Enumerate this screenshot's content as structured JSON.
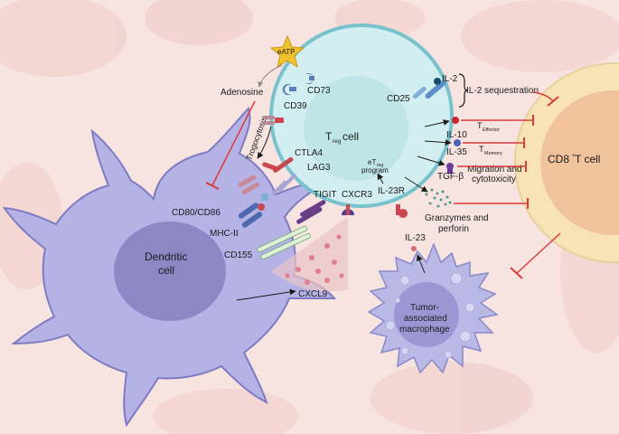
{
  "labels": {
    "eatp": "eATP",
    "adenosine": "Adenosine",
    "cd73": "CD73",
    "cd39": "CD39",
    "trogocytosis": "Trogocytosis",
    "treg_main": "T",
    "treg_sub": "reg",
    "treg_suffix": " cell",
    "il2": "IL-2",
    "cd25": "CD25",
    "il2_sequestration": "IL-2 sequestration",
    "il10": "IL-10",
    "teff_main": "T",
    "teff_sub": "Effector",
    "il35": "IL-35",
    "tmem_main": "T",
    "tmem_sub": "Memory",
    "tgfb": "TGF-β",
    "migration_1": "Migration and",
    "migration_2": "cytotoxicity",
    "etreg_pre": "eT",
    "etreg_sub": "reg",
    "etreg_program": "program",
    "il23r": "IL-23R",
    "granzymes_1": "Granzymes and",
    "granzymes_2": "perforin",
    "cd8_main": "CD8",
    "cd8_sup": "+",
    "cd8_suffix": " T cell",
    "ctla4": "CTLA4",
    "lag3": "LAG3",
    "tigit": "TIGIT",
    "cxcr3": "CXCR3",
    "cd80_cd86": "CD80/CD86",
    "mhc2": "MHC-II",
    "cd155": "CD155",
    "cxcl9": "CXCL9",
    "dendritic_1": "Dendritic",
    "dendritic_2": "cell",
    "il23": "IL-23",
    "tam_1": "Tumor-",
    "tam_2": "associated",
    "tam_3": "macrophage"
  },
  "colors": {
    "background": "#f7e4e1",
    "treg_fill": "#d3eef1",
    "treg_stroke": "#77c2cc",
    "dendritic_fill": "#b5b2e6",
    "dendritic_nucleus": "#8b88c6",
    "macrophage_fill": "#b9b9e6",
    "cd8_outer": "#f8e3b6",
    "cd8_inner": "#f0c39c",
    "inhibition_red": "#d93a3a",
    "cytokine_red": "#c8282d",
    "il35_blue": "#4a63b3",
    "tgfb_purple": "#6c3a9c",
    "granzyme_green": "#4f9b8a",
    "eatp_yellow": "#f2c12e"
  }
}
